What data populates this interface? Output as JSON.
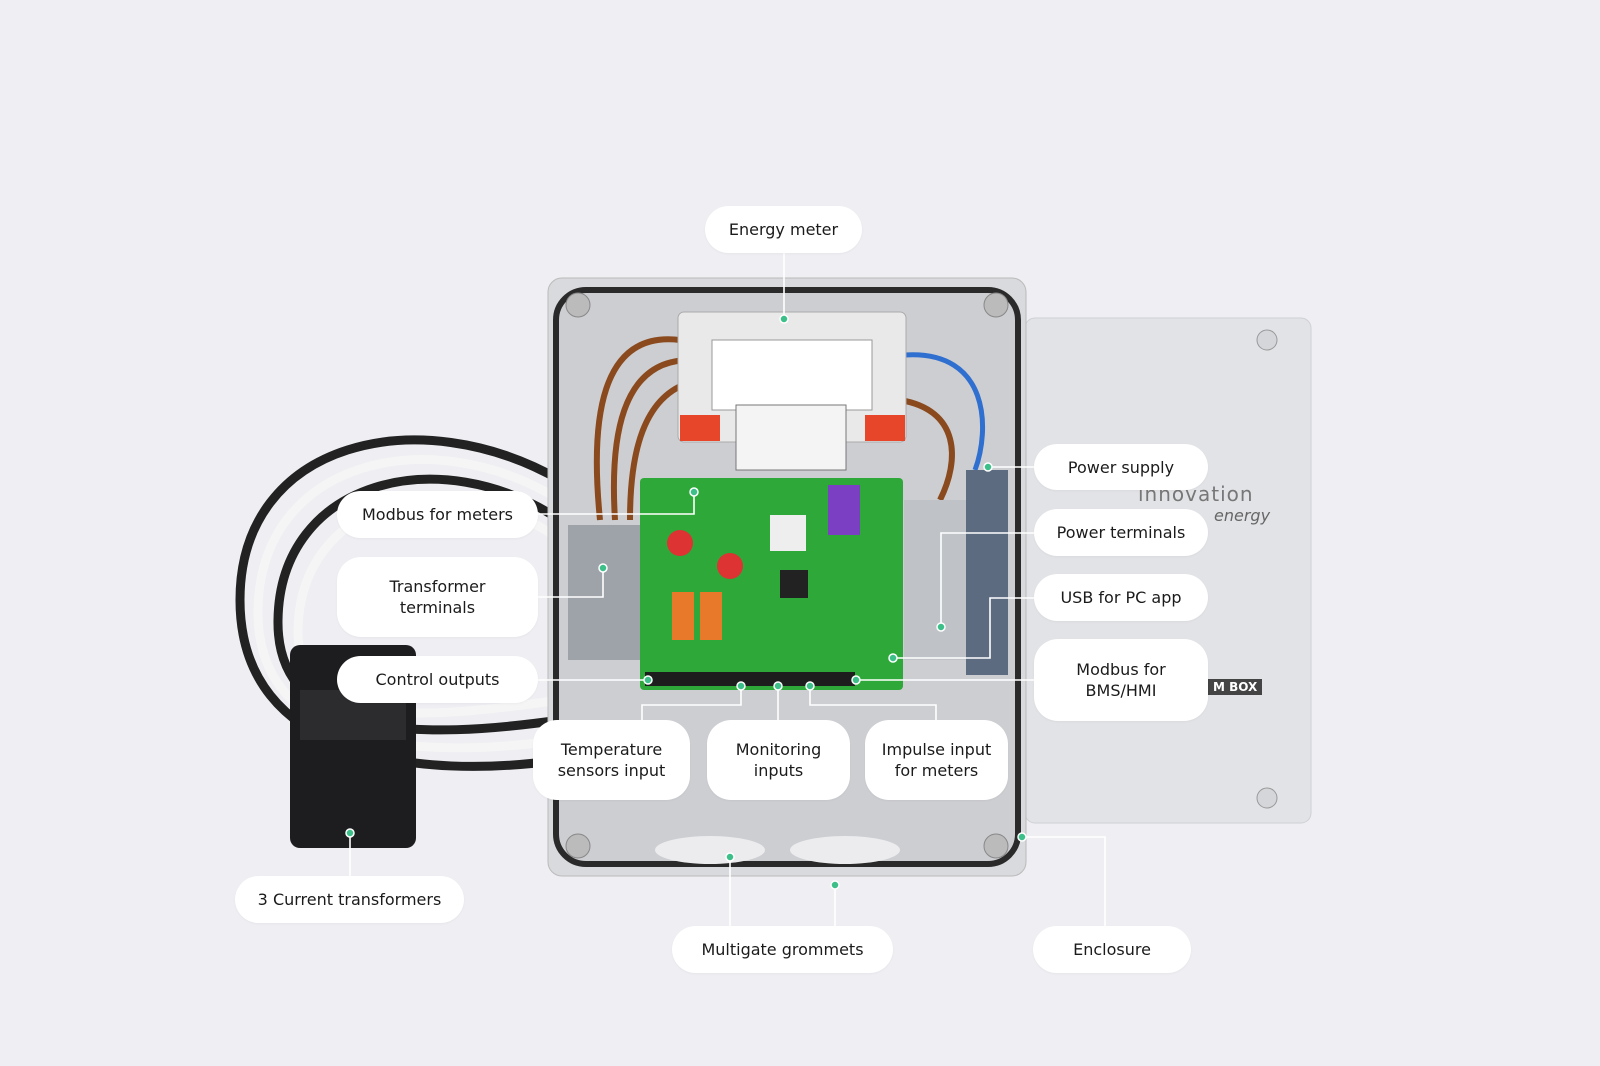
{
  "labels": {
    "energy_meter": "Energy meter",
    "modbus_meters": "Modbus for meters",
    "transformer_terminals": "Transformer terminals",
    "control_outputs": "Control outputs",
    "temperature_sensors": "Temperature sensors input",
    "monitoring_inputs": "Monitoring inputs",
    "impulse_input": "Impulse input for meters",
    "power_supply": "Power supply",
    "power_terminals": "Power terminals",
    "usb_pc_app": "USB for PC app",
    "modbus_bms": "Modbus for BMS/HMI",
    "current_transformers": "3 Current transformers",
    "multigate_grommets": "Multigate grommets",
    "enclosure": "Enclosure"
  },
  "product": {
    "brand": "innovation",
    "brand_sub": "energy",
    "box_tag": "M BOX"
  },
  "colors": {
    "accent_dot": "#3dbf8a",
    "leader_line": "#ffffff",
    "background": "#eeeef3",
    "pcb": "#2fa83a"
  }
}
